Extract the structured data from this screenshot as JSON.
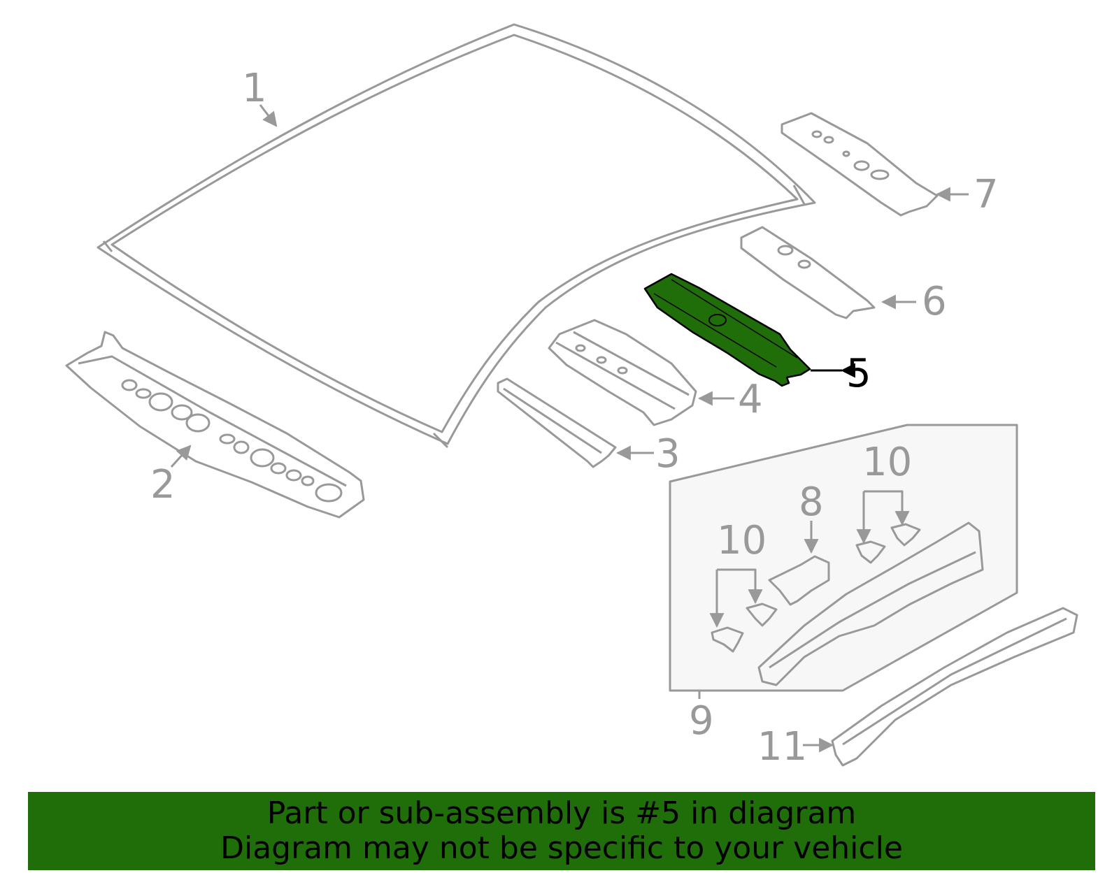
{
  "diagram": {
    "callouts": {
      "c1": "1",
      "c2": "2",
      "c3": "3",
      "c4": "4",
      "c5": "5",
      "c6": "6",
      "c7": "7",
      "c8": "8",
      "c9": "9",
      "c10a": "10",
      "c10b": "10",
      "c11": "11"
    },
    "highlighted_part": "5"
  },
  "banner": {
    "line1": "Part or sub-assembly is #5 in diagram",
    "line2": "Diagram may not be specific to your vehicle"
  },
  "colors": {
    "outline": "#999999",
    "highlight": "#1f6e0a",
    "banner_bg": "#1f6e0a"
  }
}
